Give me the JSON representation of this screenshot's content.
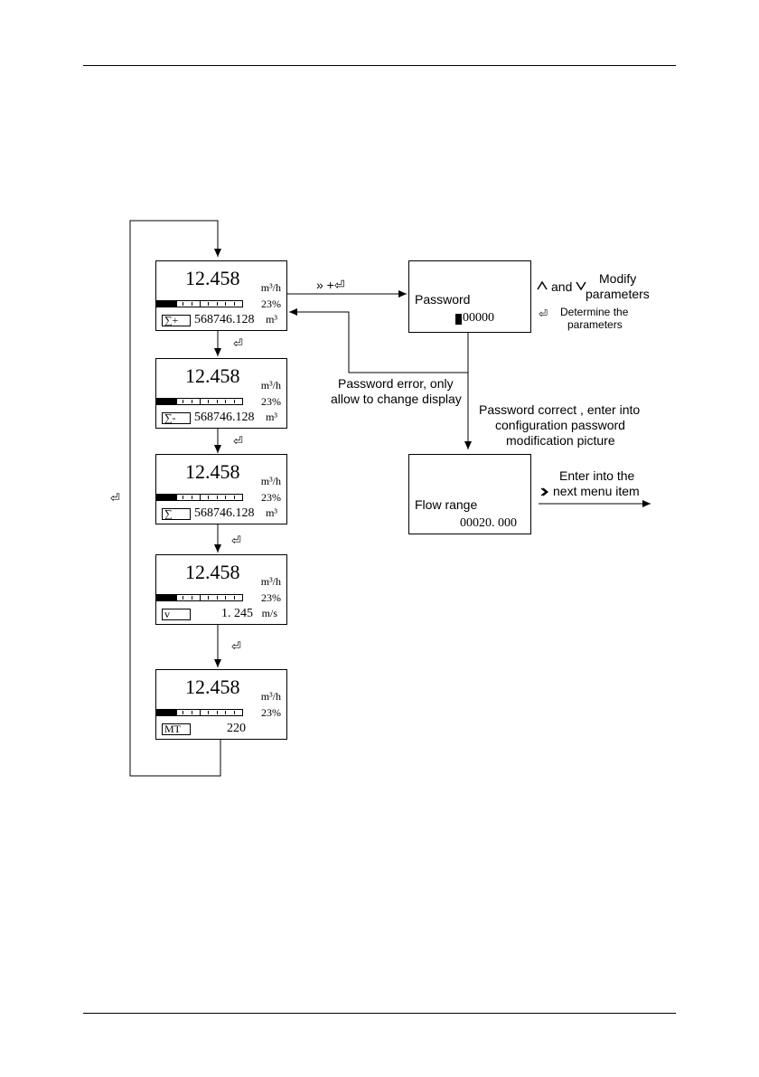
{
  "displays": [
    {
      "flow": "12.458",
      "flow_unit": "m³/h",
      "percent": "23%",
      "percent_value": 23,
      "tag": "∑+",
      "total": "568746.128",
      "total_unit": "m³"
    },
    {
      "flow": "12.458",
      "flow_unit": "m³/h",
      "percent": "23%",
      "percent_value": 23,
      "tag": "∑-",
      "total": "568746.128",
      "total_unit": "m³"
    },
    {
      "flow": "12.458",
      "flow_unit": "m³/h",
      "percent": "23%",
      "percent_value": 23,
      "tag": "∑",
      "total": "568746.128",
      "total_unit": "m³"
    },
    {
      "flow": "12.458",
      "flow_unit": "m³/h",
      "percent": "23%",
      "percent_value": 23,
      "tag": "v",
      "total": "1. 245",
      "total_unit": "m/s"
    },
    {
      "flow": "12.458",
      "flow_unit": "m³/h",
      "percent": "23%",
      "percent_value": 23,
      "tag": "MT",
      "total": "220",
      "total_unit": ""
    }
  ],
  "password_box": {
    "label": "Password",
    "value": "00000"
  },
  "flow_range_box": {
    "label": "Flow range",
    "value": "00020. 000"
  },
  "annotations": {
    "shortcut": "» +⏎",
    "and": "and",
    "modify_line1": "Modify",
    "modify_line2": "parameters",
    "determine_line1": "Determine the",
    "determine_line2": "parameters",
    "error_line1": "Password error, only",
    "error_line2": "allow to change display",
    "correct_line1": "Password correct , enter into",
    "correct_line2": "configuration password",
    "correct_line3": "modification picture",
    "enter_line1": "Enter into the",
    "enter_line2": "next menu item"
  },
  "icons": {
    "enter": "enter-icon",
    "right": "right-chevron-icon",
    "up": "up-triangle-icon",
    "down": "down-triangle-icon"
  }
}
